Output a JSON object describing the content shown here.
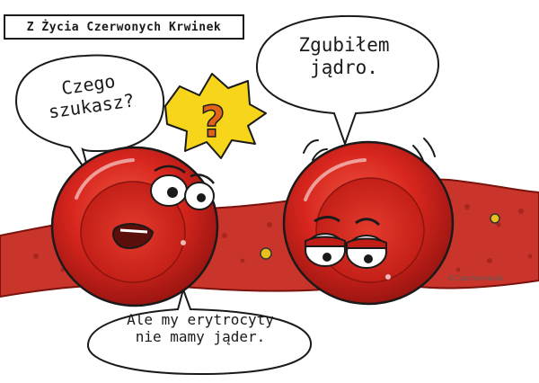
{
  "title": "Z Życia Czerwonych Krwinek",
  "speech": {
    "left": [
      "Czego",
      "szukasz?"
    ],
    "right": [
      "Zgubiłem",
      "jądro."
    ],
    "bottom": [
      "Ale my erytrocyty",
      "nie mamy jąder."
    ]
  },
  "question_mark": "?",
  "signature": "©Czachorowski",
  "colors": {
    "cell": "#d8261e",
    "cell_shadow": "#9c1511",
    "vessel": "#b8231e",
    "question_mark_fill": "#f6d51a",
    "question_mark_glyph": "#e0631a"
  }
}
